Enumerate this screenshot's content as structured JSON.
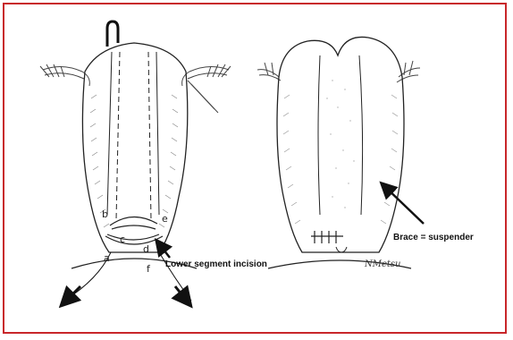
{
  "frame": {
    "border_color": "#c8262a"
  },
  "left_figure": {
    "point_labels": {
      "a": "a",
      "b": "b",
      "c": "c",
      "d": "d",
      "e": "e",
      "f": "f"
    },
    "caption": "Lower segment incision"
  },
  "right_figure": {
    "caption": "Brace = suspender",
    "signature": "NMetsu"
  },
  "icons": [
    "hook-arrow-icon",
    "needle-arrow-icon",
    "pointer-arrow-icon"
  ]
}
